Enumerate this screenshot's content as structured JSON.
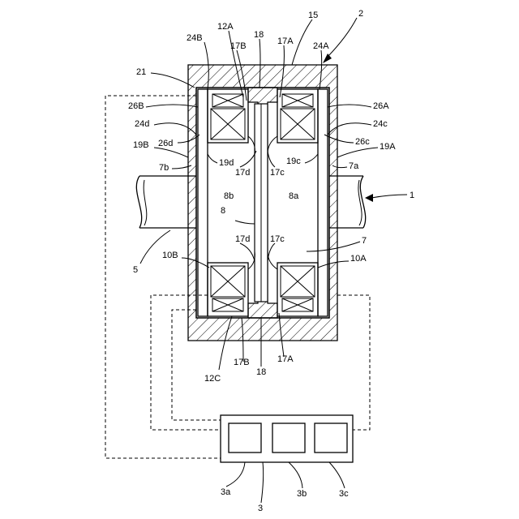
{
  "labels": {
    "l2": "2",
    "l15": "15",
    "l12A": "12A",
    "l24B": "24B",
    "l18t": "18",
    "l17At": "17A",
    "l24A": "24A",
    "l17Bt": "17B",
    "l21": "21",
    "l26B": "26B",
    "l26A": "26A",
    "l24d": "24d",
    "l24c": "24c",
    "l26d": "26d",
    "l26c": "26c",
    "l19B": "19B",
    "l19A": "19A",
    "l19d": "19d",
    "l19c": "19c",
    "l7b": "7b",
    "l7a": "7a",
    "l17dt": "17d",
    "l17ct": "17c",
    "l8b": "8b",
    "l8a": "8a",
    "l1": "1",
    "l8": "8",
    "l7": "7",
    "l5": "5",
    "l17db": "17d",
    "l17cb": "17c",
    "l10B": "10B",
    "l10A": "10A",
    "l17Bb": "17B",
    "l17Ab": "17A",
    "l12C": "12C",
    "l18b": "18",
    "l3a": "3a",
    "l3b": "3b",
    "l3c": "3c",
    "l3": "3"
  }
}
